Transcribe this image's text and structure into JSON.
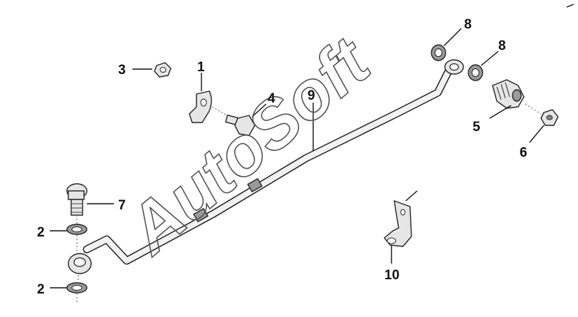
{
  "watermark": {
    "text": "AutoSoft"
  },
  "callouts": [
    {
      "id": "label-1",
      "text": "1"
    },
    {
      "id": "label-2a",
      "text": "2"
    },
    {
      "id": "label-2b",
      "text": "2"
    },
    {
      "id": "label-3",
      "text": "3"
    },
    {
      "id": "label-4",
      "text": "4"
    },
    {
      "id": "label-5",
      "text": "5"
    },
    {
      "id": "label-6",
      "text": "6"
    },
    {
      "id": "label-7",
      "text": "7"
    },
    {
      "id": "label-8a",
      "text": "8"
    },
    {
      "id": "label-8b",
      "text": "8"
    },
    {
      "id": "label-9",
      "text": "9"
    },
    {
      "id": "label-10",
      "text": "10"
    }
  ],
  "icons": [
    "nut",
    "bracket",
    "bolt",
    "banjo-bolt",
    "sealing-washer",
    "sensor-fitting",
    "screw",
    "pipe",
    "clamp"
  ]
}
